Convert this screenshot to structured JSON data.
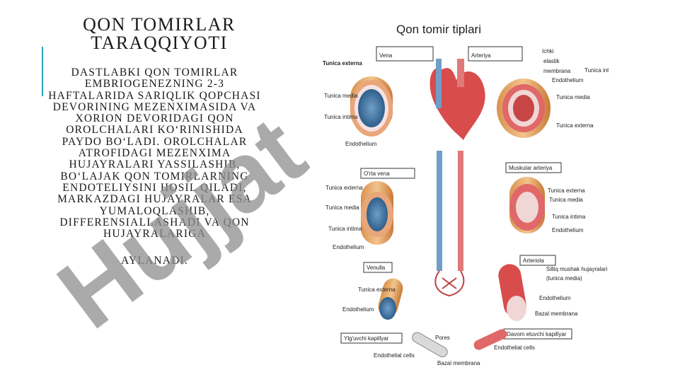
{
  "slide": {
    "title": "QON TOMIRLAR TARAQQIYOTI",
    "body": "DASTLABKI QON TOMIRLAR EMBRIOGENEZNING 2-3 HAFTALARIDA SARIQLIK QOPCHASI DEVORINING MEZENXIMASIDA VA XORION DEVORIDAGI QON OROLCHALARI KO‘RINISHIDA PAYDO BO‘LADI. OROLCHALAR ATROFIDAGI MEZENXIMA HUJAYRALARI YASSILASHIB, BO‘LAJAK QON TOMIRLARNING ENDOTELIYSINI HOSIL QILADI, MARKAZDAGI HUJAYRALAR ESA YUMALOQLASHIB, DIFFERENSIALLASHADI VA QON HUJAYRALARIGA",
    "body_tail": "AYLANADI.",
    "accent_color": "#2aa3b5"
  },
  "watermark": {
    "text": "Hujjat"
  },
  "figure": {
    "title": "Qon tomir tiplari",
    "vena": "Vena",
    "arteriya": "Arteriya",
    "tunica_externa": "Tunica externa",
    "tunica_media": "Tunica media",
    "tunica_intima": "Tunica intima",
    "endothelium": "Endothelium",
    "tunica_media_2": "Tunica media",
    "tunica_externa_2": "Tunica externa",
    "ichki_elastik": "Ichki elastik membrana",
    "ichki_1": "Ichki",
    "ichki_2": "elastik",
    "ichki_3": "membrana",
    "tunica_intima_r": "Tunica intima",
    "orta_vena": "O'rta vena",
    "muskular_arteriya": "Muskular arteriya",
    "venulla": "Venulla",
    "arteriola": "Arteriola",
    "silliq": "Silliq mushak hujayralari",
    "tunica_media_p": "(tunica media)",
    "bazal": "Bazal membrana",
    "ylg_kapillyar": "Ylg'uvchi kapillyar",
    "davom_kapillyar": "Davom etuvchi kapillyar",
    "pores": "Pores",
    "endothelial_cells": "Endothelial cells"
  }
}
